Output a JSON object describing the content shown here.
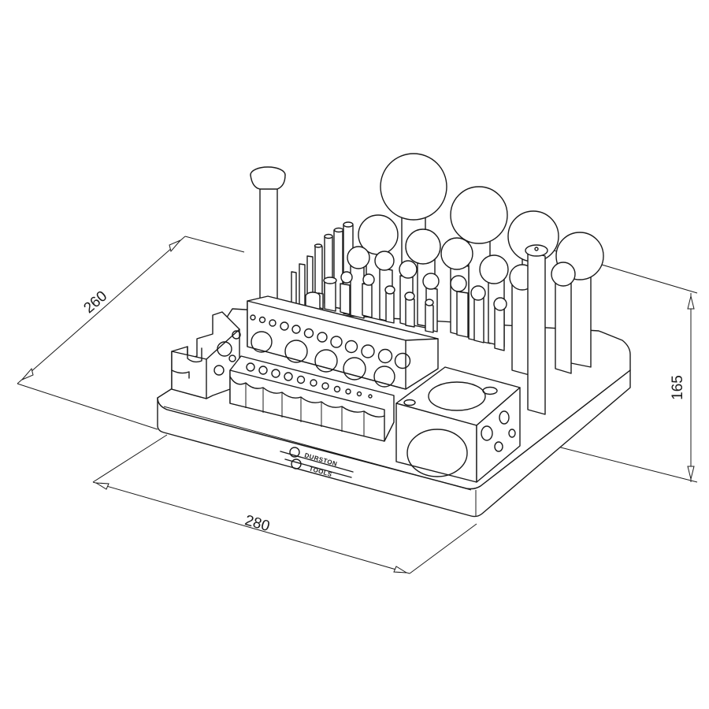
{
  "dimensions": {
    "depth": "260",
    "width": "280",
    "height": "165"
  },
  "brand": {
    "line1": "DURSTON",
    "line2": "TOOLS"
  }
}
